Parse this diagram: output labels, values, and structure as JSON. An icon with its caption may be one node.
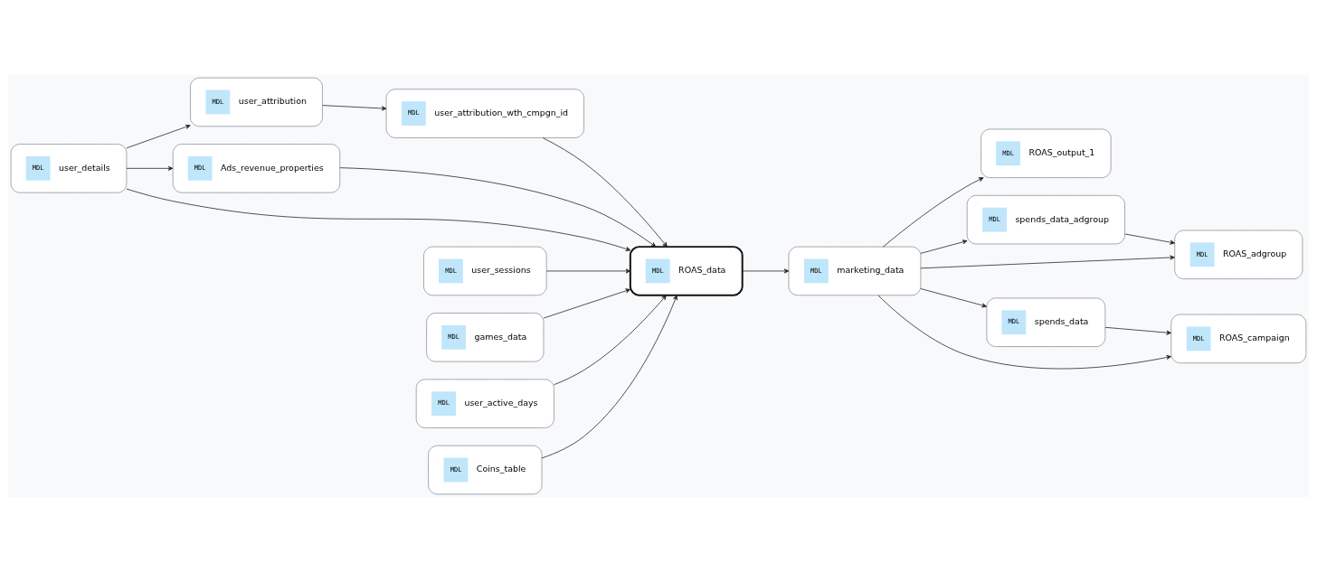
{
  "diagram": {
    "nodes": [
      {
        "text": [
          "MDL",
          "user_details"
        ]
      },
      {
        "text": [
          "MDL",
          "user_attribution"
        ]
      },
      {
        "text": [
          "MDL",
          "user_sessions"
        ]
      },
      {
        "text": [
          "MDL",
          "games_data"
        ]
      },
      {
        "text": [
          "MDL",
          "user_active_days"
        ]
      },
      {
        "text": [
          "MDL",
          "Coins_table"
        ]
      },
      {
        "text": [
          "MDL",
          "Ads_revenue_properties"
        ]
      },
      {
        "text": [
          "MDL",
          "user_attribution_wth_cmpgn_id"
        ]
      },
      {
        "text": [
          "MDL",
          "ROAS_data"
        ]
      },
      {
        "text": [
          "MDL",
          "marketing_data"
        ]
      },
      {
        "text": [
          "MDL",
          "ROAS_output_1"
        ]
      },
      {
        "text": [
          "MDL",
          "spends_data_adgroup"
        ]
      },
      {
        "text": [
          "MDL",
          "spends_data"
        ]
      },
      {
        "text": [
          "MDL",
          "ROAS_adgroup"
        ]
      },
      {
        "text": [
          "MDL",
          "ROAS_campaign"
        ]
      }
    ],
    "edges": [
      {
        "from": 0,
        "to": 8,
        "arrow": "to"
      },
      {
        "from": 0,
        "to": 6,
        "arrow": "to"
      },
      {
        "from": 0,
        "to": 1,
        "arrow": "to"
      },
      {
        "from": 1,
        "to": 7,
        "arrow": "to"
      },
      {
        "from": 2,
        "to": 8,
        "arrow": "to"
      },
      {
        "from": 3,
        "to": 8,
        "arrow": "to"
      },
      {
        "from": 4,
        "to": 8,
        "arrow": "to"
      },
      {
        "from": 5,
        "to": 8,
        "arrow": "to"
      },
      {
        "from": 6,
        "to": 8,
        "arrow": "to"
      },
      {
        "from": 7,
        "to": 8,
        "arrow": "to"
      },
      {
        "from": 8,
        "to": 9,
        "arrow": "to"
      },
      {
        "from": 9,
        "to": 10,
        "arrow": "to"
      },
      {
        "from": 9,
        "to": 11,
        "arrow": "to"
      },
      {
        "from": 9,
        "to": 13,
        "arrow": "to"
      },
      {
        "from": 9,
        "to": 14,
        "arrow": "to"
      },
      {
        "from": 9,
        "to": 12,
        "arrow": "to"
      },
      {
        "from": 11,
        "to": 13,
        "arrow": "to"
      },
      {
        "from": 12,
        "to": 14,
        "arrow": "to"
      }
    ]
  }
}
